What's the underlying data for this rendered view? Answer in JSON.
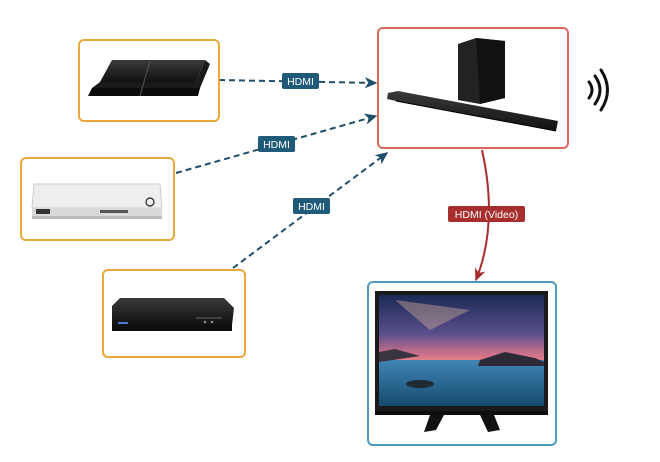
{
  "diagram": {
    "connections": [
      {
        "id": "ps4-to-soundbar",
        "label": "HDMI",
        "kind": "input"
      },
      {
        "id": "xbox-to-soundbar",
        "label": "HDMI",
        "kind": "input"
      },
      {
        "id": "bluray-to-soundbar",
        "label": "HDMI",
        "kind": "input"
      },
      {
        "id": "soundbar-to-tv",
        "label": "HDMI (Video)",
        "kind": "output"
      }
    ],
    "devices": [
      {
        "id": "ps4",
        "icon": "game-console-icon",
        "border": "#e8a83a"
      },
      {
        "id": "xbox",
        "icon": "game-console-icon",
        "border": "#e8a83a"
      },
      {
        "id": "bluray",
        "icon": "bluray-player-icon",
        "border": "#e8a83a"
      },
      {
        "id": "soundbar",
        "icon": "soundbar-icon",
        "border": "#d9685a"
      },
      {
        "id": "tv",
        "icon": "television-icon",
        "border": "#4a9bbd"
      }
    ],
    "colors": {
      "input_line": "#1f4e6b",
      "input_badge": "#1f5b78",
      "output_line": "#a82e2e",
      "output_badge": "#a82e2e",
      "source_border": "#e8a83a",
      "hub_border": "#d9685a",
      "display_border": "#4a9bbd"
    }
  }
}
